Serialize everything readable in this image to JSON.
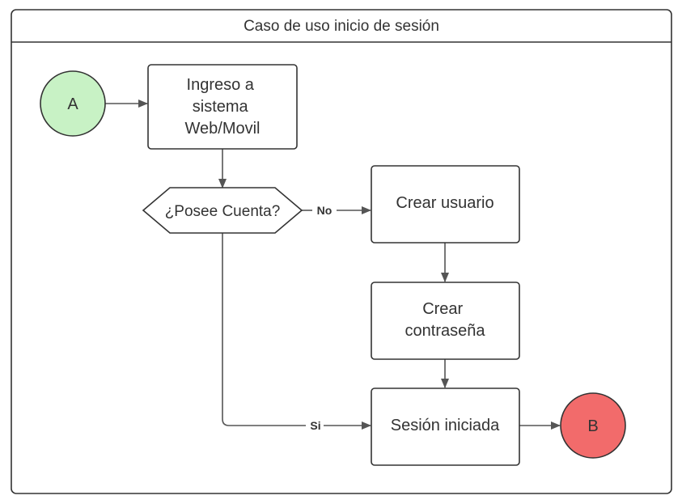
{
  "title": "Caso de uso inicio de sesión",
  "nodes": {
    "start": {
      "label": "A",
      "color": "#c8f2c5"
    },
    "ingreso": {
      "lines": [
        "Ingreso a",
        "sistema",
        "Web/Movil"
      ]
    },
    "decision": {
      "label": "¿Posee Cuenta?"
    },
    "crear_usuario": {
      "label": "Crear usuario"
    },
    "crear_contrasena": {
      "lines": [
        "Crear",
        "contraseña"
      ]
    },
    "sesion": {
      "label": "Sesión iniciada"
    },
    "end": {
      "label": "B",
      "color": "#f26b6b"
    }
  },
  "edges": {
    "no_label": "No",
    "si_label": "Si"
  },
  "colors": {
    "stroke": "#333333",
    "arrow": "#555555",
    "text": "#333333"
  }
}
